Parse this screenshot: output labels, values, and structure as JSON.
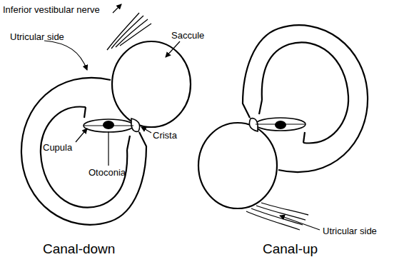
{
  "diagram": {
    "labels": [
      "Inferior vestibular nerve",
      "Utricular side",
      "Saccule",
      "Cupula",
      "Crista",
      "Otoconia",
      "Canal-down",
      "Utricular side",
      "Canal-up"
    ]
  }
}
